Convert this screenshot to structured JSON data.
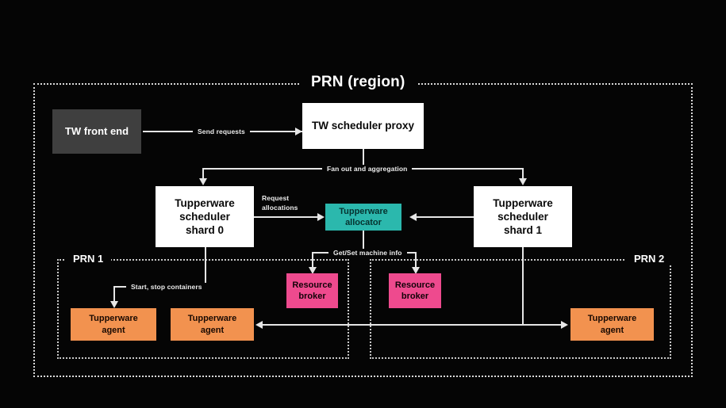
{
  "diagram": {
    "title": "PRN (region)",
    "background_color": "#050505",
    "zones": [
      {
        "label": "PRN 1"
      },
      {
        "label": "PRN 2"
      }
    ],
    "nodes": {
      "front_end": {
        "label": "TW front end",
        "color": "#3f3f3f"
      },
      "scheduler_proxy": {
        "label": "TW scheduler proxy",
        "color": "#ffffff"
      },
      "scheduler_shard_0": {
        "line1": "Tupperware",
        "line2": "scheduler",
        "line3": "shard 0",
        "color": "#ffffff"
      },
      "scheduler_shard_1": {
        "line1": "Tupperware",
        "line2": "scheduler",
        "line3": "shard 1",
        "color": "#ffffff"
      },
      "allocator": {
        "line1": "Tupperware",
        "line2": "allocator",
        "color": "#2bb8ad"
      },
      "resource_broker_1": {
        "line1": "Resource",
        "line2": "broker",
        "color": "#ee4a8e"
      },
      "resource_broker_2": {
        "line1": "Resource",
        "line2": "broker",
        "color": "#ee4a8e"
      },
      "agent_1": {
        "line1": "Tupperware",
        "line2": "agent",
        "color": "#f2924f"
      },
      "agent_2": {
        "line1": "Tupperware",
        "line2": "agent",
        "color": "#f2924f"
      },
      "agent_3": {
        "line1": "Tupperware",
        "line2": "agent",
        "color": "#f2924f"
      }
    },
    "edges": {
      "send_requests": "Send requests",
      "fan_out": "Fan out and aggregation",
      "request_allocations_line1": "Request",
      "request_allocations_line2": "allocations",
      "get_set_machine_info": "Get/Set machine info",
      "start_stop_containers": "Start, stop containers"
    }
  }
}
